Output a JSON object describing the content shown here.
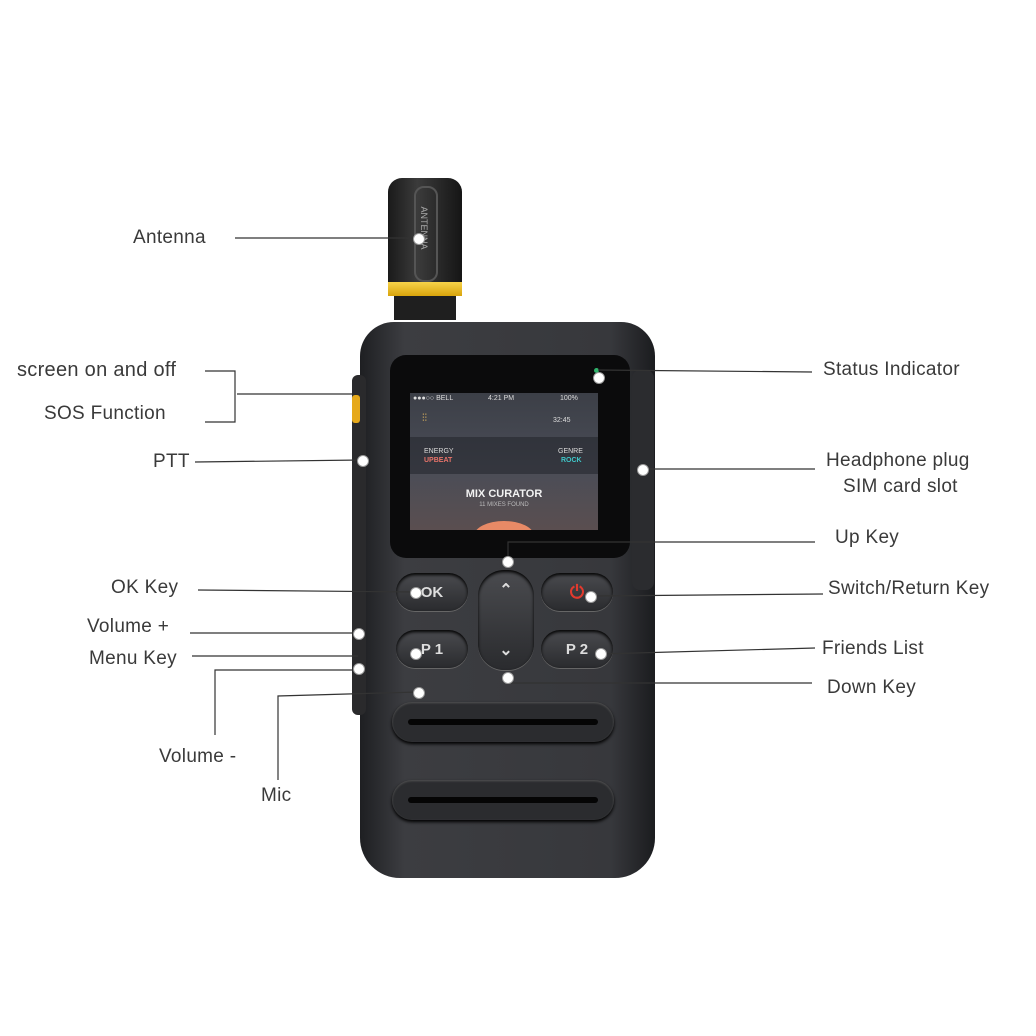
{
  "labels": {
    "antenna": "Antenna",
    "screen_on_off": "screen on and off",
    "sos": "SOS Function",
    "ptt": "PTT",
    "ok_key": "OK Key",
    "volume_plus": "Volume +",
    "menu_key": "Menu Key",
    "volume_minus": "Volume -",
    "mic": "Mic",
    "status_indicator": "Status Indicator",
    "headphone_plug": "Headphone plug",
    "sim_slot": "SIM card slot",
    "up_key": "Up Key",
    "switch_return": "Switch/Return Key",
    "friends_list": "Friends List",
    "down_key": "Down Key"
  },
  "device": {
    "antenna_text": "ANTENNA",
    "keys": {
      "ok": "OK",
      "p1": "P 1",
      "p2": "P 2"
    },
    "screen": {
      "carrier": "●●●○○ BELL",
      "time": "4:21 PM",
      "battery": "100%",
      "timer": "32:45",
      "energy_label": "ENERGY",
      "energy_value": "UPBEAT",
      "genre_label": "GENRE",
      "genre_value": "ROCK",
      "title": "MIX CURATOR",
      "subtitle": "11 MIXES FOUND"
    }
  },
  "colors": {
    "energy": "#e8736a",
    "genre": "#3fc7c9",
    "antenna_band": "#f2c21b",
    "power_icon": "#e23a2e"
  }
}
